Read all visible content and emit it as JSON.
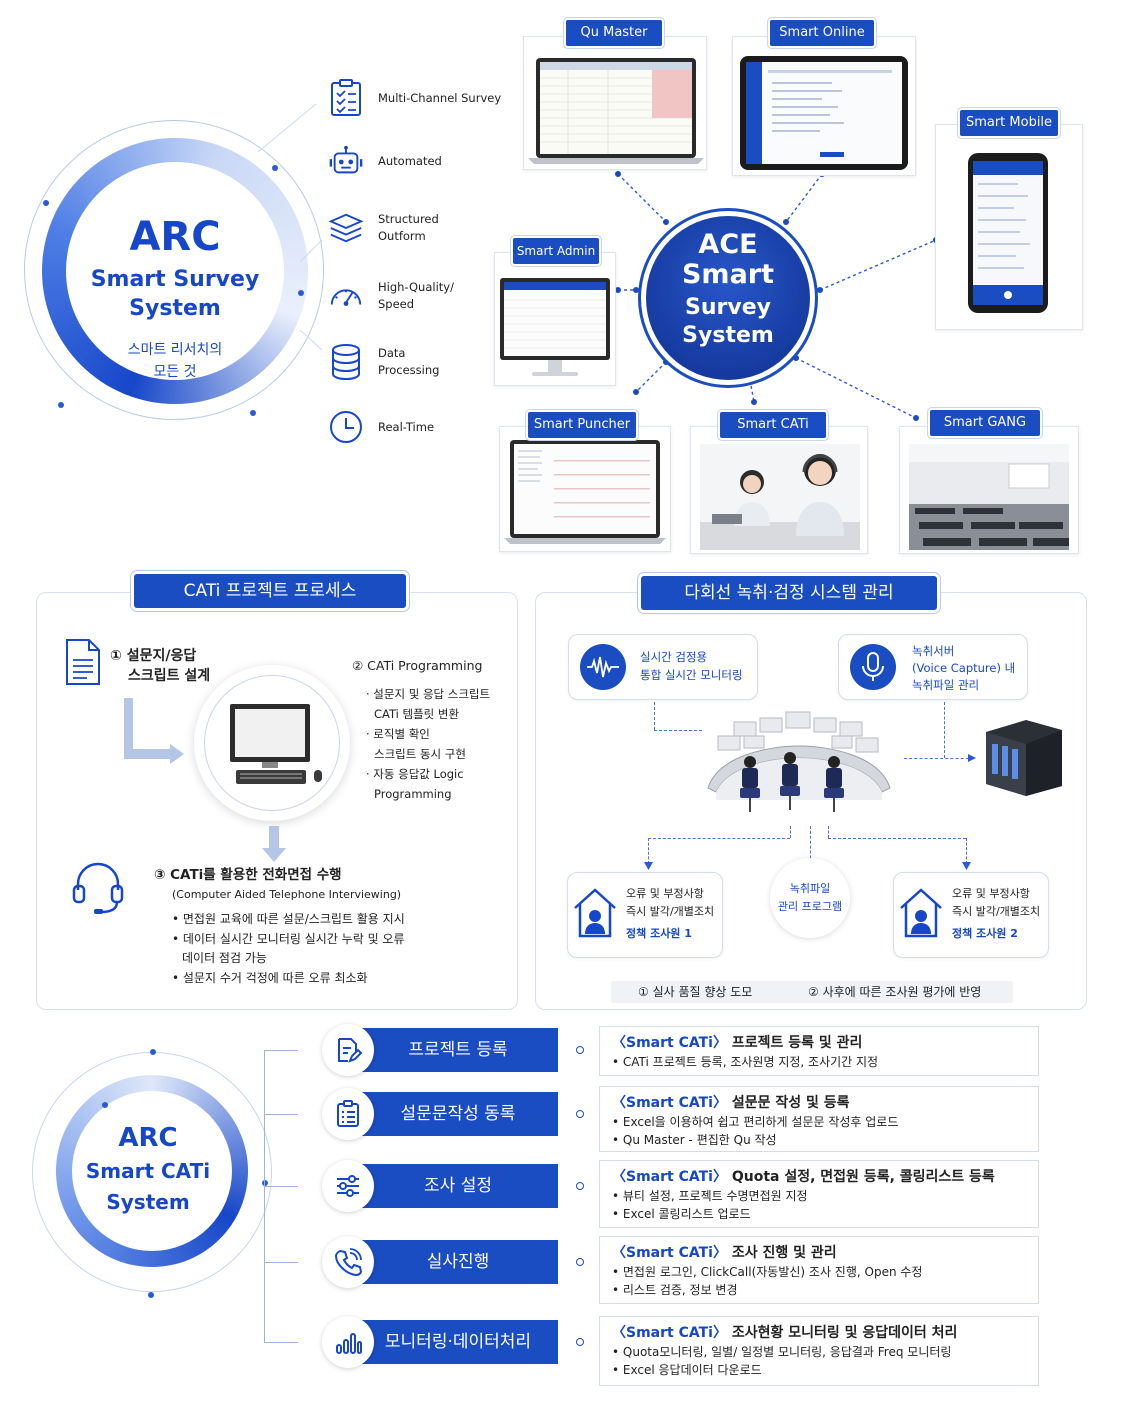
{
  "arc_survey": {
    "line1": "ARC",
    "line2": "Smart Survey",
    "line3": "System",
    "sub1": "스마트 리서치의",
    "sub2": "모든 것"
  },
  "features": [
    {
      "icon": "checklist-icon",
      "line1": "Multi-Channel Survey",
      "line2": ""
    },
    {
      "icon": "robot-icon",
      "line1": "Automated",
      "line2": ""
    },
    {
      "icon": "layers-icon",
      "line1": "Structured",
      "line2": "Outform"
    },
    {
      "icon": "gauge-icon",
      "line1": "High-Quality/",
      "line2": "Speed"
    },
    {
      "icon": "database-icon",
      "line1": "Data",
      "line2": "Processing"
    },
    {
      "icon": "clock-icon",
      "line1": "Real-Time",
      "line2": ""
    }
  ],
  "ace": {
    "line1": "ACE",
    "line2": "Smart",
    "line3": "Survey",
    "line4": "System"
  },
  "modules": {
    "qu_master": "Qu Master",
    "smart_online": "Smart Online",
    "smart_mobile": "Smart Mobile",
    "smart_admin": "Smart Admin",
    "smart_puncher": "Smart Puncher",
    "smart_cati": "Smart CATi",
    "smart_gang": "Smart GANG"
  },
  "cati_process": {
    "header": "CATi 프로젝트 프로세스",
    "step1_line1": "① 설문지/응답",
    "step1_line2": "스크립트 설계",
    "step2_title": "② CATi Programming",
    "step2_items": [
      "· 설문지 및 응답 스크립트",
      "CATi 템플릿 변환",
      "· 로직별 확인",
      "스크립트 동시 구현",
      "· 자동 응답값 Logic",
      "Programming"
    ],
    "step3_title": "③ CATi를 활용한 전화면접 수행",
    "step3_sub": "(Computer Aided Telephone Interviewing)",
    "step3_items": [
      "• 면접원 교육에 따른 설문/스크립트 활용 지시",
      "• 데이터 실시간 모니터링 실시간 누락 및 오류",
      "데이터 점검 가능",
      "• 설문지 수거 걱정에 따른 오류 최소화"
    ]
  },
  "recording": {
    "header": "다회선 녹취·검정 시스템 관리",
    "box1_line1": "실시간 검정용",
    "box1_line2": "통합 실시간 모니터링",
    "box2_line1": "녹취서버",
    "box2_line2": "(Voice Capture) 내",
    "box2_line3": "녹취파일 관리",
    "bl_line1": "오류 및 부정사항",
    "bl_line2": "즉시 발각/개별조치",
    "bl_line3": "정책 조사원 1",
    "center_line1": "녹취파일",
    "center_line2": "관리 프로그램",
    "br_line1": "오류 및 부정사항",
    "br_line2": "즉시 발각/개별조치",
    "br_line3": "정책 조사원 2",
    "footer1": "① 실사 품질 향상 도모",
    "footer2": "② 사후에 따른 조사원 평가에 반영"
  },
  "arc_cati": {
    "line1": "ARC",
    "line2": "Smart CATi",
    "line3": "System"
  },
  "steps": [
    {
      "icon": "doc-edit-icon",
      "label": "프로젝트 등록",
      "brand": "〈Smart CATi〉",
      "title": "프로젝트 등록 및 관리",
      "lines": [
        "• CATi 프로젝트 등록, 조사원명 지정, 조사기간 지정"
      ]
    },
    {
      "icon": "clipboard-icon",
      "label": "설문문작성 동록",
      "brand": "〈Smart CATi〉",
      "title": "설문문 작성 및 등록",
      "lines": [
        "• Excel을 이용하여 쉽고 편리하게 설문문 작성후 업로드",
        "• Qu Master - 편집한 Qu 작성"
      ]
    },
    {
      "icon": "sliders-icon",
      "label": "조사 설정",
      "brand": "〈Smart CATi〉",
      "title": "Quota 설정, 면접원 등록, 콜링리스트 등록",
      "lines": [
        "• 뷰티 설정, 프로젝트 수명면접원 지정",
        "• Excel 콜링리스트 업로드"
      ]
    },
    {
      "icon": "phone-icon",
      "label": "실사진행",
      "brand": "〈Smart CATi〉",
      "title": "조사 진행 및 관리",
      "lines": [
        "• 면접원 로그인, ClickCall(자동발신) 조사 진행, Open 수정",
        "• 리스트 검증, 정보 변경"
      ]
    },
    {
      "icon": "bar-chart-icon",
      "label": "모니터링·데이터처리",
      "brand": "〈Smart CATi〉",
      "title": "조사현황 모니터링 및 응답데이터 처리",
      "lines": [
        "• Quota모니터링, 일별/ 일정별 모니터링, 응답결과 Freq 모니터링",
        "• Excel 응답데이터 다운로드"
      ]
    }
  ],
  "colors": {
    "brand_blue": "#1a4cc2",
    "accent": "#1747c9"
  }
}
